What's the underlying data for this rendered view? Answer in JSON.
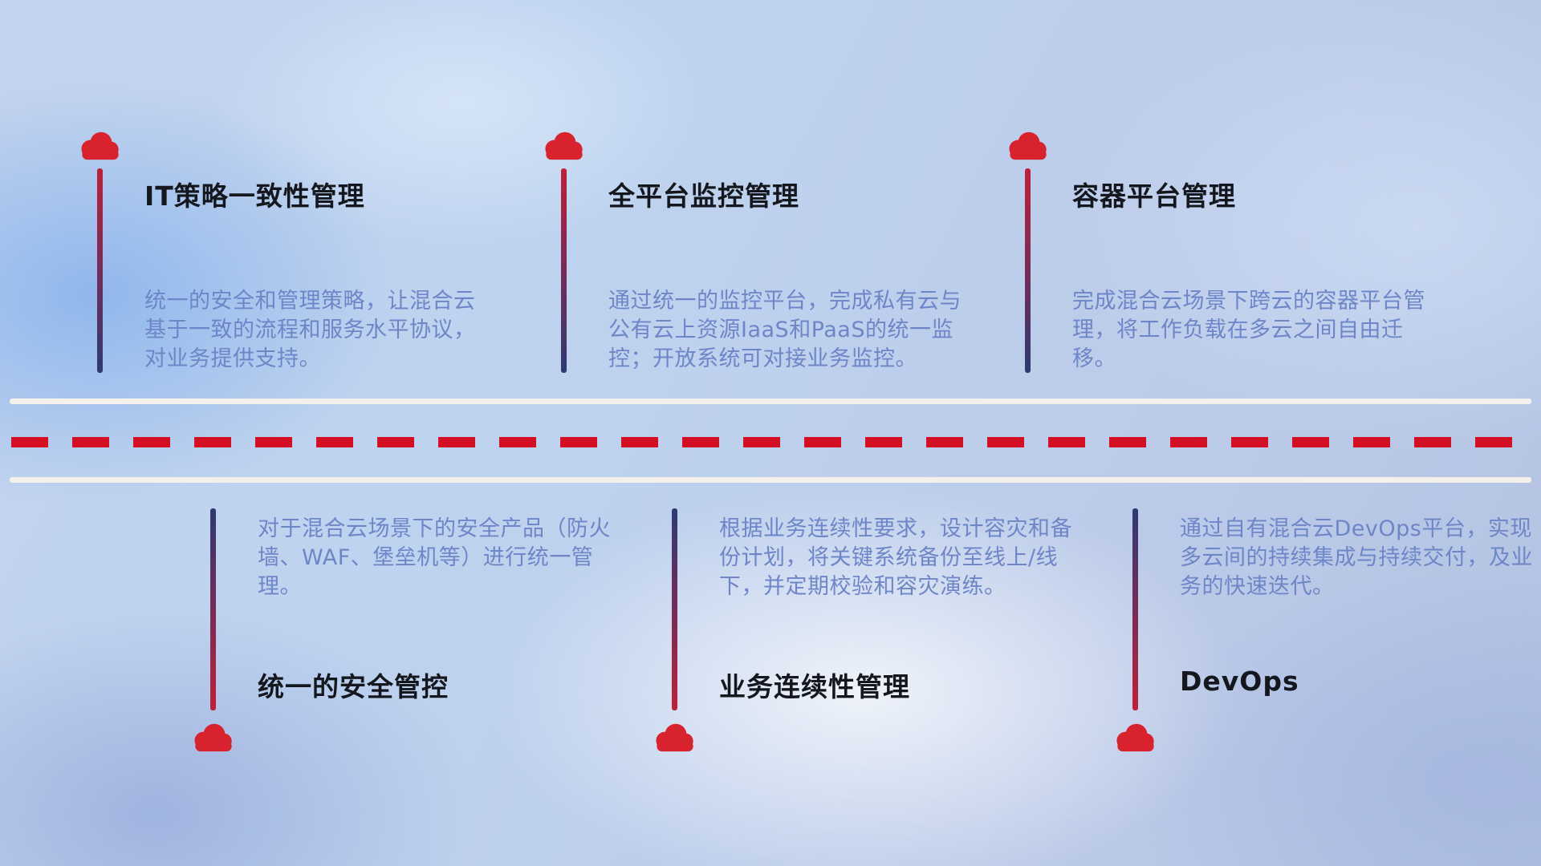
{
  "top_items": [
    {
      "title": "IT策略一致性管理",
      "desc": "统一的安全和管理策略，让混合云基于一致的流程和服务水平协议，对业务提供支持。"
    },
    {
      "title": "全平台监控管理",
      "desc": "通过统一的监控平台，完成私有云与公有云上资源IaaS和PaaS的统一监控；开放系统可对接业务监控。"
    },
    {
      "title": "容器平台管理",
      "desc": "完成混合云场景下跨云的容器平台管理，将工作负载在多云之间自由迁移。"
    }
  ],
  "bottom_items": [
    {
      "title": "统一的安全管控",
      "desc": "对于混合云场景下的安全产品（防火墙、WAF、堡垒机等）进行统一管理。"
    },
    {
      "title": "业务连续性管理",
      "desc": "根据业务连续性要求，设计容灾和备份计划，将关键系统备份至线上/线下，并定期校验和容灾演练。"
    },
    {
      "title": "DevOps",
      "desc": "通过自有混合云DevOps平台，实现多云间的持续集成与持续交付，及业务的快速迭代。"
    }
  ],
  "colors": {
    "cloud_red": "#d8222e",
    "line_red": "#c01f38",
    "line_blue": "#2c3a72",
    "dash_red": "#d40f23",
    "road_white": "#f4f1ec",
    "body_text": "#6e86c8",
    "title_text": "#14171d"
  }
}
